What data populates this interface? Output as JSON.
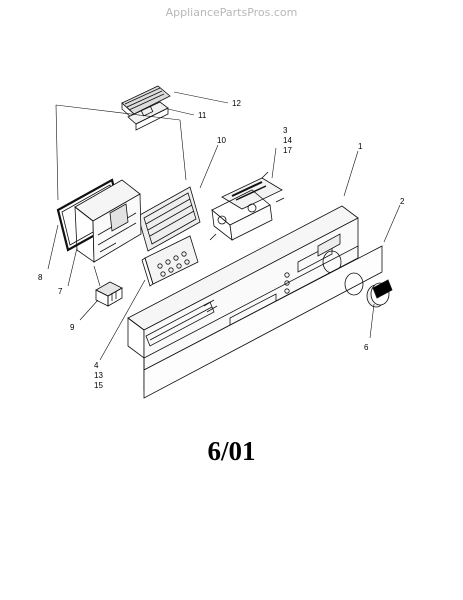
{
  "watermark": "AppliancePartsPros.com",
  "date_code": "6/01",
  "callouts": [
    "1",
    "2",
    "3",
    "14",
    "17",
    "4",
    "13",
    "15",
    "6",
    "7",
    "8",
    "9",
    "10",
    "11",
    "12"
  ]
}
